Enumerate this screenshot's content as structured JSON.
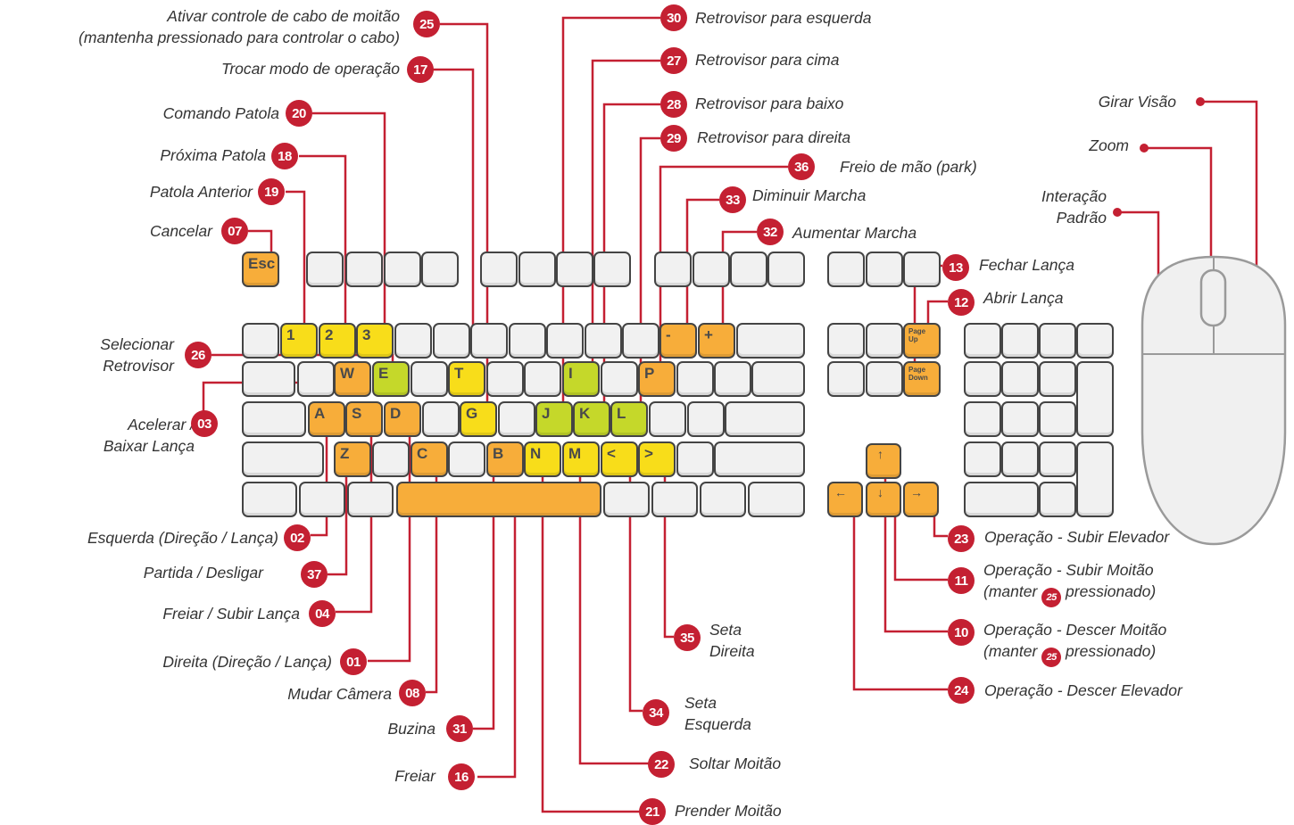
{
  "keyboard": {
    "keys": {
      "esc": "Esc",
      "k1": "1",
      "k2": "2",
      "k3": "3",
      "minus": "-",
      "plus": "+",
      "pageup": "Page\nUp",
      "pagedown": "Page\nDown",
      "w": "W",
      "e": "E",
      "t": "T",
      "i": "I",
      "p": "P",
      "a": "A",
      "s": "S",
      "d": "D",
      "g": "G",
      "j": "J",
      "k": "K",
      "l": "L",
      "z": "Z",
      "c": "C",
      "b": "B",
      "n": "N",
      "m": "M",
      "lt": "<",
      "gt": ">",
      "up": "↑",
      "left": "←",
      "down": "↓",
      "right": "→"
    }
  },
  "callouts": {
    "c25": {
      "num": "25",
      "text": [
        "Ativar controle de cabo de moitão",
        "(mantenha pressionado para controlar o cabo)"
      ]
    },
    "c17": {
      "num": "17",
      "text": [
        "Trocar modo de operação"
      ]
    },
    "c20": {
      "num": "20",
      "text": [
        "Comando Patola"
      ]
    },
    "c18": {
      "num": "18",
      "text": [
        "Próxima Patola"
      ]
    },
    "c19": {
      "num": "19",
      "text": [
        "Patola Anterior"
      ]
    },
    "c07": {
      "num": "07",
      "text": [
        "Cancelar"
      ]
    },
    "c26": {
      "num": "26",
      "text": [
        "Selecionar",
        "Retrovisor"
      ]
    },
    "c03": {
      "num": "03",
      "text": [
        "Acelerar /",
        "Baixar Lança"
      ]
    },
    "c02": {
      "num": "02",
      "text": [
        "Esquerda (Direção / Lança)"
      ]
    },
    "c37": {
      "num": "37",
      "text": [
        "Partida / Desligar"
      ]
    },
    "c04": {
      "num": "04",
      "text": [
        "Freiar / Subir Lança"
      ]
    },
    "c01": {
      "num": "01",
      "text": [
        "Direita (Direção / Lança)"
      ]
    },
    "c08": {
      "num": "08",
      "text": [
        "Mudar Câmera"
      ]
    },
    "c31": {
      "num": "31",
      "text": [
        "Buzina"
      ]
    },
    "c16": {
      "num": "16",
      "text": [
        "Freiar"
      ]
    },
    "c30": {
      "num": "30",
      "text": [
        "Retrovisor para esquerda"
      ]
    },
    "c27": {
      "num": "27",
      "text": [
        "Retrovisor para cima"
      ]
    },
    "c28": {
      "num": "28",
      "text": [
        "Retrovisor para baixo"
      ]
    },
    "c29": {
      "num": "29",
      "text": [
        "Retrovisor para direita"
      ]
    },
    "c36": {
      "num": "36",
      "text": [
        "Freio de mão (park)"
      ]
    },
    "c33": {
      "num": "33",
      "text": [
        "Diminuir Marcha"
      ]
    },
    "c32": {
      "num": "32",
      "text": [
        "Aumentar Marcha"
      ]
    },
    "c13": {
      "num": "13",
      "text": [
        "Fechar Lança"
      ]
    },
    "c12": {
      "num": "12",
      "text": [
        "Abrir Lança"
      ]
    },
    "c35": {
      "num": "35",
      "text": [
        "Seta",
        "Direita"
      ]
    },
    "c34": {
      "num": "34",
      "text": [
        "Seta",
        "Esquerda"
      ]
    },
    "c22": {
      "num": "22",
      "text": [
        "Soltar Moitão"
      ]
    },
    "c21": {
      "num": "21",
      "text": [
        "Prender Moitão"
      ]
    },
    "c23": {
      "num": "23",
      "text": [
        "Operação - Subir Elevador"
      ]
    },
    "c11": {
      "num": "11",
      "text": [
        "Operação - Subir Moitão",
        "(manter",
        "pressionado)"
      ]
    },
    "c10": {
      "num": "10",
      "text": [
        "Operação - Descer Moitão",
        "(manter",
        "pressionado)"
      ]
    },
    "c24": {
      "num": "24",
      "text": [
        "Operação - Descer Elevador"
      ]
    },
    "inline25": "25"
  },
  "mouse": {
    "girar": "Girar Visão",
    "zoom": "Zoom",
    "interacao": [
      "Interação",
      "Padrão"
    ]
  },
  "colors": {
    "badge": "#c42032",
    "orange": "#f7ad3a",
    "yellow": "#f8dd1a",
    "green": "#c5d82a",
    "key": "#f1f1f1"
  }
}
